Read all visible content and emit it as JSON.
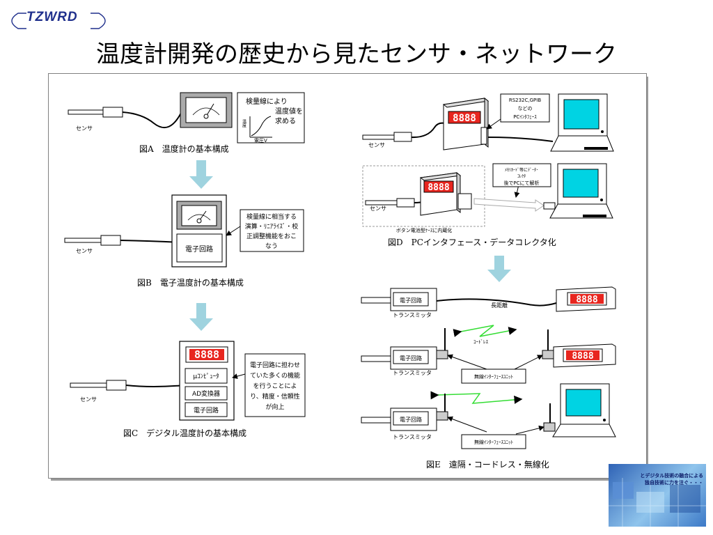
{
  "header": {
    "logo": "TZWRD",
    "title": "温度計開発の歴史から見たセンサ・ネットワーク"
  },
  "figA": {
    "caption": "図A　温度計の基本構成",
    "sensor_label": "センサ",
    "note": [
      "検量線により",
      "温度値を",
      "求める"
    ],
    "graph_ylabel": "温度",
    "graph_xlabel": "電圧V"
  },
  "figB": {
    "caption": "図B　電子温度計の基本構成",
    "sensor_label": "センサ",
    "circuit": "電子回路",
    "note": [
      "検量線に相当する",
      "演算・ﾘﾆｱﾗｲｽﾞ・校",
      "正調整機能をおこ",
      "なう"
    ]
  },
  "figC": {
    "caption": "図C　デジタル温度計の基本構成",
    "sensor_label": "センサ",
    "display": "8888",
    "micro": "μｺﾝﾋﾟｭｰﾀ",
    "ad": "AD変換器",
    "circuit": "電子回路",
    "note": [
      "電子回路に担わせ",
      "ていた多くの機能",
      "を行うことによ",
      "り、精度・信頼性",
      "が向上"
    ]
  },
  "figD": {
    "caption": "図D　PCインタフェース・データコレクタ化",
    "sensor_label_1": "センサ",
    "sensor_label_2": "センサ",
    "display": "8888",
    "note1": [
      "RS232C,GPIB",
      "などの",
      "PCｲﾝﾀﾌｪｰｽ"
    ],
    "note2": [
      "ﾒﾓﾘｶｰﾄﾞ等にﾃﾞｰﾀ･",
      "ｺﾚｸﾀ",
      "後でPCにて解析"
    ],
    "button_label": "ボタン電池型ｹｰｽに内蔵化"
  },
  "figE": {
    "caption": "図E　遠隔・コードレス・無線化",
    "circuit": "電子回路",
    "transmitter": "トランスミッタ",
    "long_distance": "長距離",
    "cordless": "ｺｰﾄﾞﾚｽ",
    "wireless_unit": "無線ｲﾝﾀｰﾌｪｰｽﾕﾆｯﾄ",
    "display": "8888"
  },
  "badge": {
    "line1": "とデジタル技術の融合による",
    "line2": "独自技術に力を注ぐ・・・"
  },
  "colors": {
    "arrow": "#9fd3df",
    "led": "#e8261f",
    "screen": "#00d3e3",
    "logo": "#1f2f8c",
    "wireless": "#33dd33"
  }
}
